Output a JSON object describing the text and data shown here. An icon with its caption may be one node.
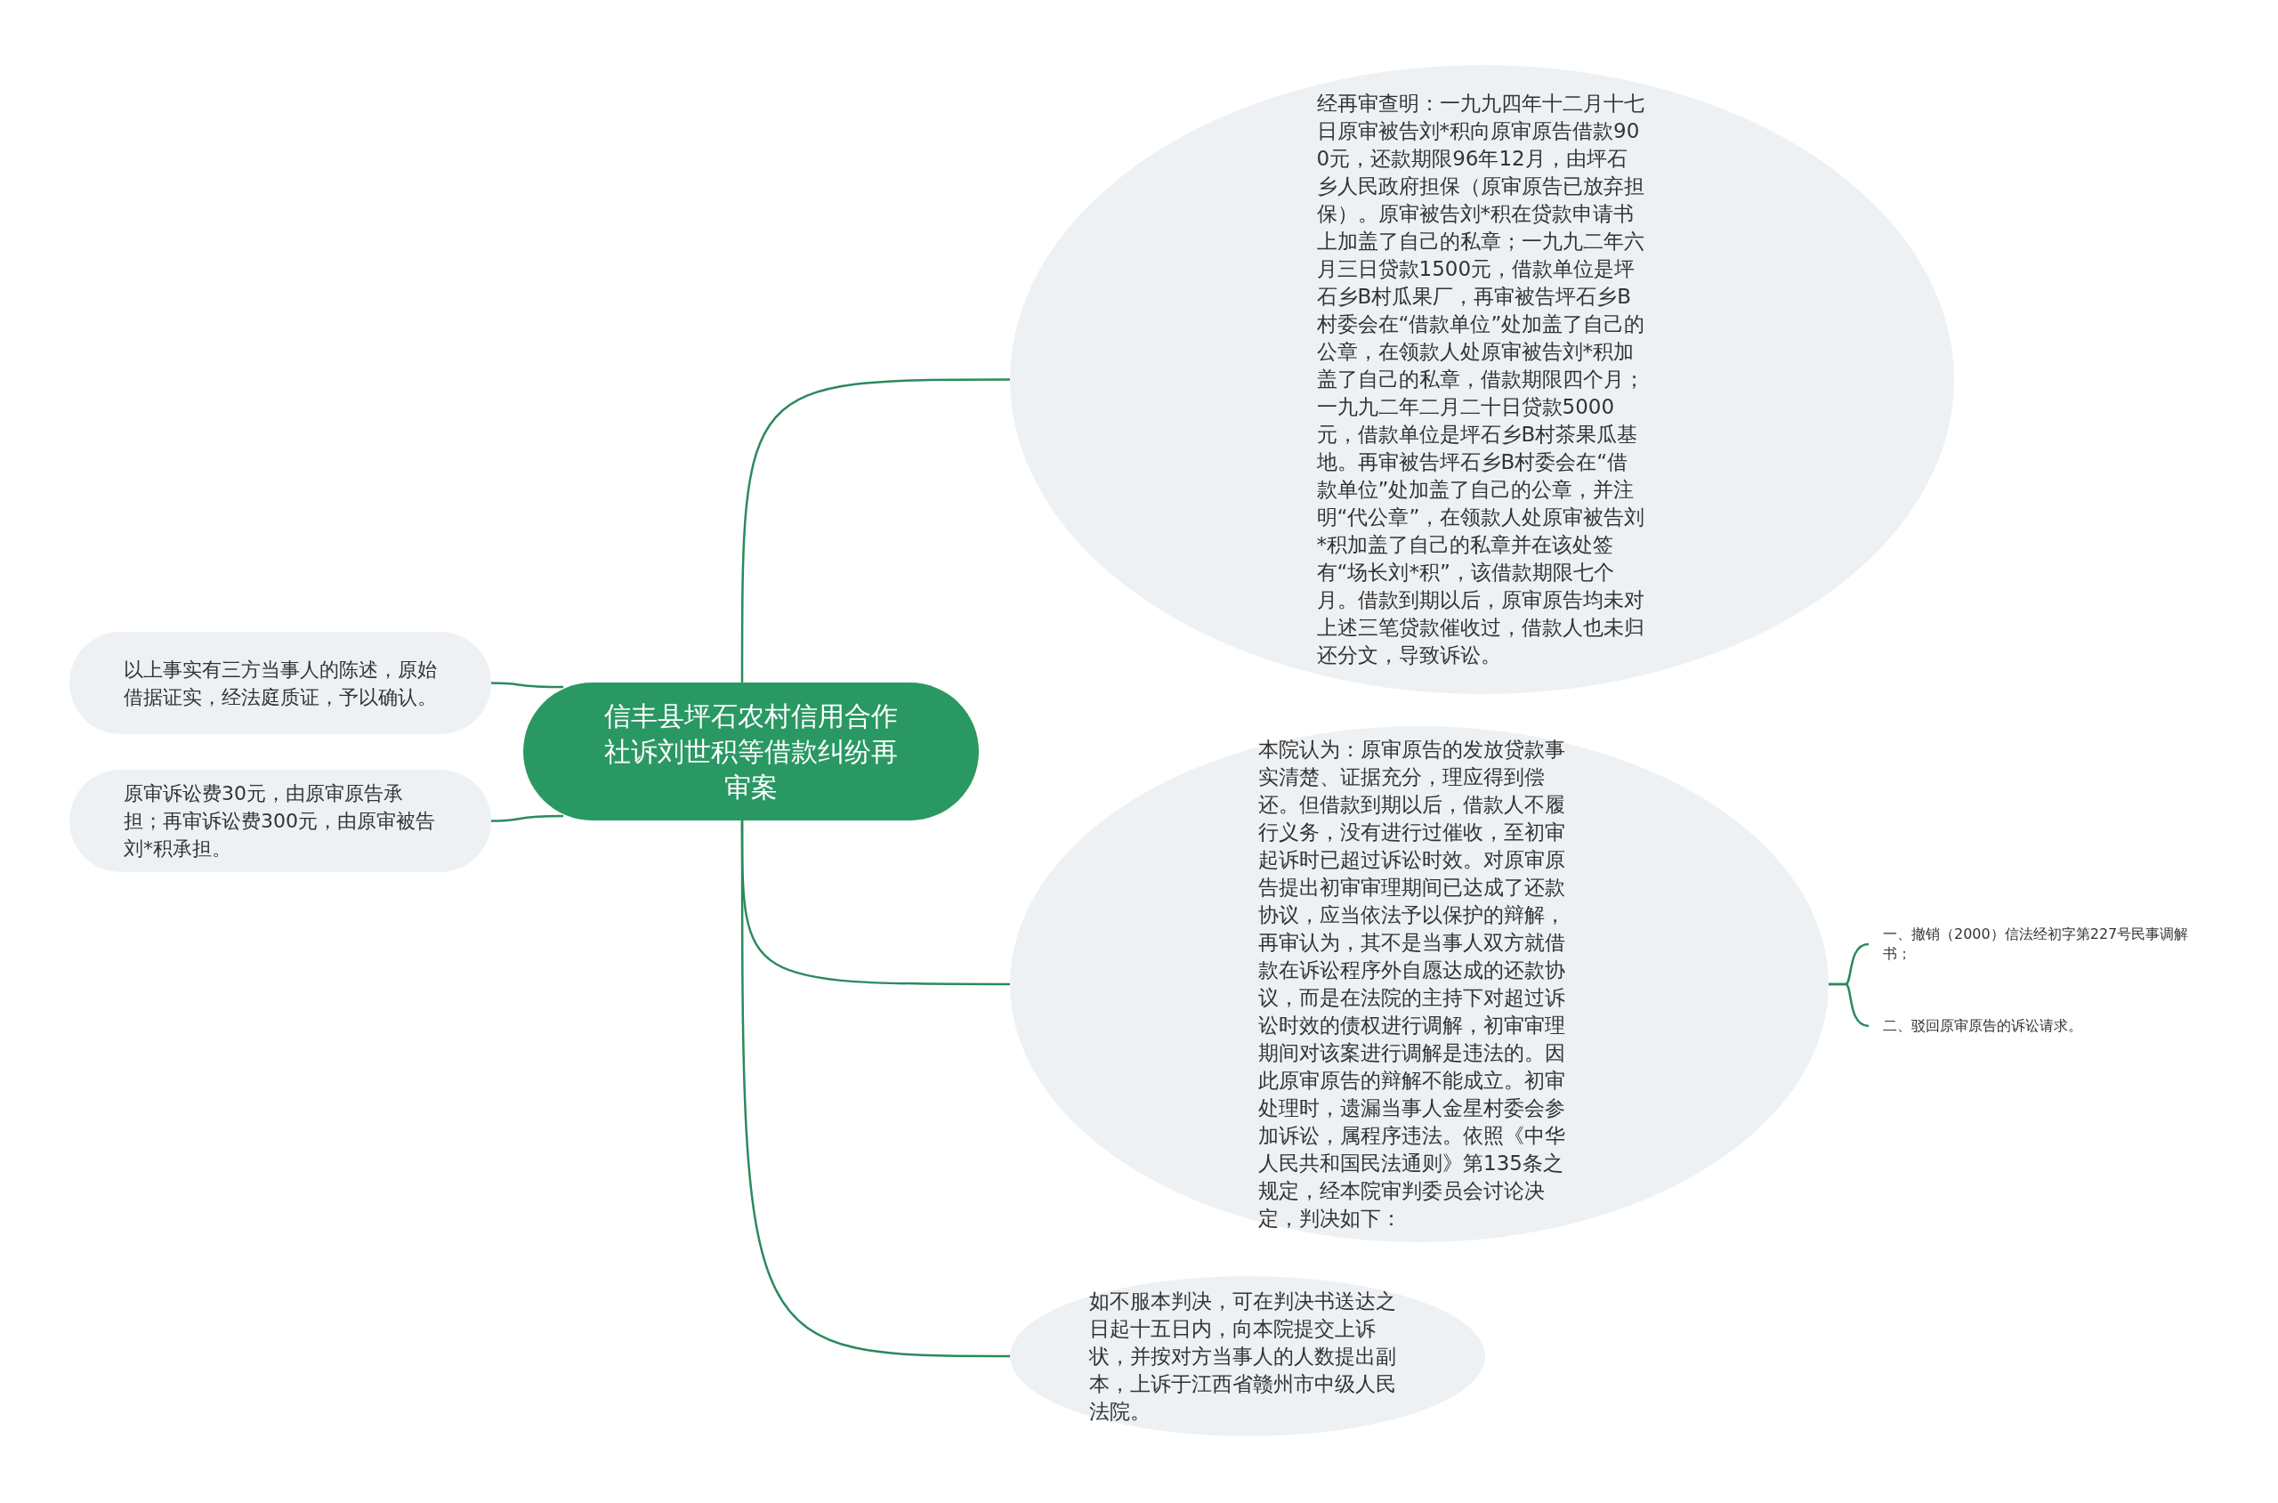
{
  "diagram": {
    "nodes": [
      {
        "text": [
          "信丰县坪石农村信用合作社诉刘世积等借款纠纷再审案"
        ]
      },
      {
        "text": [
          "经再审查明：一九九四年十二月十七日原审被告刘*积向原审原告借款900元，还款期限96年12月，由坪石乡人民政府担保（原审原告已放弃担保）。原审被告刘*积在贷款申请书上加盖了自己的私章；一九九二年六月三日贷款1500元，借款单位是坪石乡B村瓜果厂，再审被告坪石乡B村委会在“借款单位”处加盖了自己的公章，在领款人处原审被告刘*积加盖了自己的私章，借款期限四个月；一九九二年二月二十日贷款5000元，借款单位是坪石乡B村茶果瓜基地。再审被告坪石乡B村委会在“借款单位”处加盖了自己的公章，并注明“代公章”，在领款人处原审被告刘*积加盖了自己的私章并在该处签有“场长刘*积”，该借款期限七个月。借款到期以后，原审原告均未对上述三笔贷款催收过，借款人也未归还分文，导致诉讼。"
        ]
      },
      {
        "text": [
          "本院认为：原审原告的发放贷款事实清楚、证据充分，理应得到偿还。但借款到期以后，借款人不履行义务，没有进行过催收，至初审起诉时已超过诉讼时效。对原审原告提出初审审理期间已达成了还款协议，应当依法予以保护的辩解，再审认为，其不是当事人双方就借款在诉讼程序外自愿达成的还款协议，而是在法院的主持下对超过诉讼时效的债权进行调解，初审审理期间对该案进行调解是违法的。因此原审原告的辩解不能成立。初审处理时，遗漏当事人金星村委会参加诉讼，属程序违法。依照《中华人民共和国民法通则》第135条之规定，经本院审判委员会讨论决定，判决如下："
        ]
      },
      {
        "text": [
          "如不服本判决，可在判决书送达之日起十五日内，向本院提交上诉状，并按对方当事人的人数提出副本，上诉于江西省赣州市中级人民法院。"
        ]
      },
      {
        "text": [
          "以上事实有三方当事人的陈述，原始借据证实，经法庭质证，予以确认。"
        ]
      },
      {
        "text": [
          "原审诉讼费30元，由原审原告承担；再审诉讼费300元，由原审被告刘*积承担。"
        ]
      },
      {
        "text": [
          "一、撤销（2000）信法经初字第227号民事调解书；"
        ]
      },
      {
        "text": [
          "二、驳回原审原告的诉讼请求。"
        ]
      }
    ],
    "edges": [
      {
        "from": 0,
        "to": 1,
        "arrow": "none"
      },
      {
        "from": 0,
        "to": 2,
        "arrow": "none"
      },
      {
        "from": 0,
        "to": 3,
        "arrow": "none"
      },
      {
        "from": 0,
        "to": 4,
        "arrow": "none"
      },
      {
        "from": 0,
        "to": 5,
        "arrow": "none"
      },
      {
        "from": 2,
        "to": 6,
        "arrow": "none"
      },
      {
        "from": 2,
        "to": 7,
        "arrow": "none"
      }
    ]
  }
}
